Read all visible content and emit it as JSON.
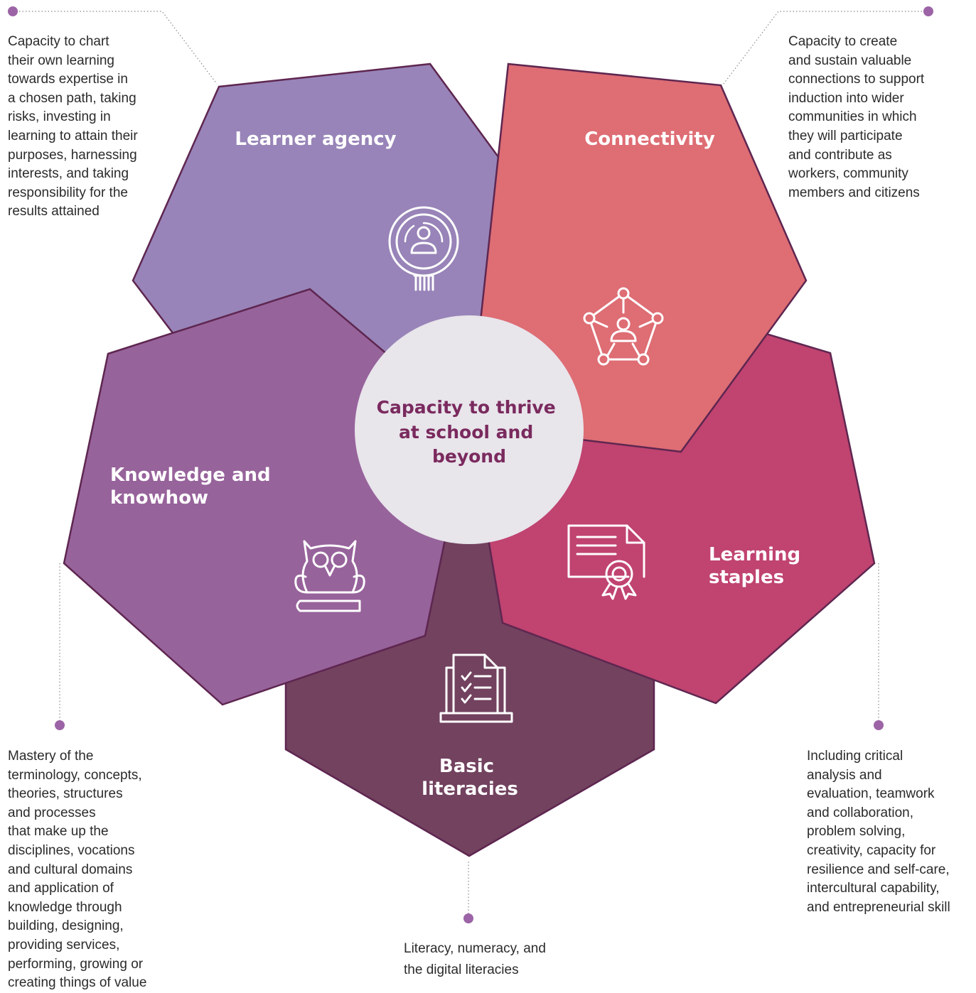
{
  "center": {
    "lines": [
      "Capacity to thrive",
      "at school and",
      "beyond"
    ]
  },
  "segments": [
    {
      "id": "learner-agency",
      "title_lines": [
        "Learner agency"
      ],
      "icon": "magnifier-person-icon",
      "color": "#9884b8",
      "description": "Capacity to chart\ntheir own learning\ntowards expertise in\na chosen path, taking\nrisks, investing in\nlearning to attain their\npurposes, harnessing\ninterests, and taking\nresponsibility for the\nresults attained"
    },
    {
      "id": "connectivity",
      "title_lines": [
        "Connectivity"
      ],
      "icon": "network-person-icon",
      "color": "#de6d74",
      "description": "Capacity to create\nand sustain valuable\nconnections to support\ninduction into wider\ncommunities in which\nthey will participate\nand contribute as\nworkers, community\nmembers and citizens"
    },
    {
      "id": "knowledge",
      "title_lines": [
        "Knowledge and",
        "knowhow"
      ],
      "icon": "owl-on-book-icon",
      "color": "#97639b",
      "description": "Mastery of the\nterminology, concepts,\ntheories, structures\nand processes\nthat make up the\ndisciplines, vocations\nand cultural domains\nand application of\nknowledge through\nbuilding, designing,\nproviding services,\nperforming, growing or\ncreating things of value"
    },
    {
      "id": "learning-staples",
      "title_lines": [
        "Learning",
        "staples"
      ],
      "icon": "certificate-icon",
      "color": "#c04370",
      "description": "Including critical\nanalysis and\nevaluation, teamwork\nand collaboration,\nproblem solving,\ncreativity, capacity for\nresilience and self-care,\nintercultural capability,\nand entrepreneurial skill"
    },
    {
      "id": "basic-literacies",
      "title_lines": [
        "Basic",
        "literacies"
      ],
      "icon": "laptop-checklist-icon",
      "color": "#72425f",
      "description": "Literacy, numeracy, and\nthe digital literacies"
    }
  ],
  "colors": {
    "outline": "#5e2650",
    "center_fill": "#e8e5eb",
    "center_text": "#7a2a5e",
    "connector_dot": "#9c64a6",
    "connector_line": "#8a8a8a"
  }
}
